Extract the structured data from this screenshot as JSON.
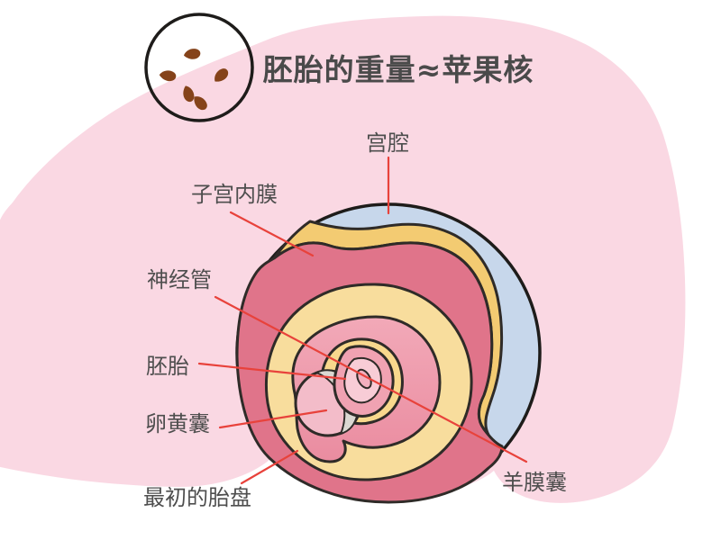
{
  "header": {
    "title": "胚胎的重量≈苹果核",
    "comparison_icon": "apple-seeds-in-circle"
  },
  "diagram": {
    "subject": "early-pregnancy-embryo-cross-section",
    "labels": {
      "uterine_cavity": "宫腔",
      "endometrium": "子宫内膜",
      "neural_tube": "神经管",
      "embryo": "胚胎",
      "yolk_sac": "卵黄囊",
      "initial_placenta": "最初的胎盘",
      "amniotic_sac": "羊膜囊"
    }
  },
  "colors": {
    "page_background": "#FFFFFF",
    "blob_pink": "#FAD8E3",
    "uterine_cavity_blue": "#C7D7EB",
    "outer_band_yellow": "#F3CB72",
    "endometrium_pink": "#E0748A",
    "inner_ring_yellow": "#F8DD9D",
    "inner_area_pink_top": "#F2A9B8",
    "inner_area_pink_bottom": "#EA8CA0",
    "halo_pink": "#F6C9D4",
    "yolk_sac_pink": "#F3BCC9",
    "amnion_yellow": "#F8D88D",
    "embryo_pink": "#F0A2B2",
    "embryo_inner_pink": "#F8CCD6",
    "neural_tube_pink": "#F2AFBE",
    "crescent_gray": "#DBD8D2",
    "outline_dark": "#2F2B28",
    "leader_line_red": "#E8423B",
    "text_dark": "#4E4E4E",
    "seed_brown": "#85431A"
  }
}
